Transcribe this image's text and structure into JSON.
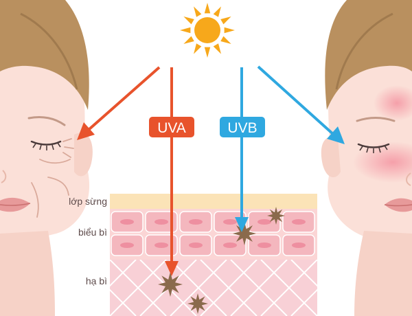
{
  "diagram": {
    "uva_label": "UVA",
    "uvb_label": "UVB",
    "layers": {
      "stratum_corneum": "lớp sừng",
      "epidermis": "biểu bì",
      "dermis": "hạ bì"
    }
  },
  "colors": {
    "background": "#ffffff",
    "uva": "#e8532c",
    "uvb": "#2fa8e0",
    "sun": "#f7a81b",
    "hair": "#b9905f",
    "skin": "#fbe0d8",
    "skin_shadow": "#f2c7bb",
    "stratum_corneum": "#fbe3b7",
    "epidermis_bg": "#fbd5d5",
    "epidermis_cell": "#f4b7be",
    "cell_nucleus": "#ee8fa0",
    "dermis_bg": "#f8d0d6",
    "dermis_lines": "#ffffff",
    "layer_text": "#5e4b4b",
    "damage": "#8a6a4c",
    "redness": "#f06b84"
  }
}
